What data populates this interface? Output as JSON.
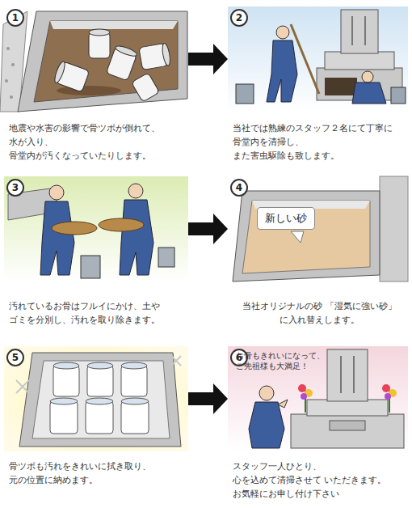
{
  "diagram": {
    "nodes": [
      {
        "text": [
          "1",
          "地震や水害の影響で骨ツボが倒れて、 水が入り、骨堂内が汚くなっていたりします。"
        ]
      },
      {
        "text": [
          "2",
          "当社では熟練のスタッフ２名にて丁寧に 骨堂内を清掃し、また害虫駆除も致します。"
        ]
      },
      {
        "text": [
          "3",
          "汚れているお骨はフルイにかけ、土や ゴミを分別し、汚れを取り除きます。"
        ]
      },
      {
        "text": [
          "4",
          "当社オリジナルの砂 「湿気に強い砂」に入れ替えします。"
        ]
      },
      {
        "text": [
          "5",
          "骨ツボも汚れをきれいに拭き取り、 元の位置に納めます。"
        ]
      },
      {
        "text": [
          "6",
          "スタッフ一人ひとり、心を込めて清掃させて いただきます。お気軽にお申し付け下さい"
        ]
      }
    ],
    "edges": [
      {
        "from": 0,
        "to": 1,
        "arrow": "to"
      },
      {
        "from": 2,
        "to": 3,
        "arrow": "to"
      },
      {
        "from": 4,
        "to": 5,
        "arrow": "to"
      }
    ],
    "labels": [
      "新しい砂",
      "お骨もきれいになって、 ご先祖様も大満足！"
    ]
  }
}
